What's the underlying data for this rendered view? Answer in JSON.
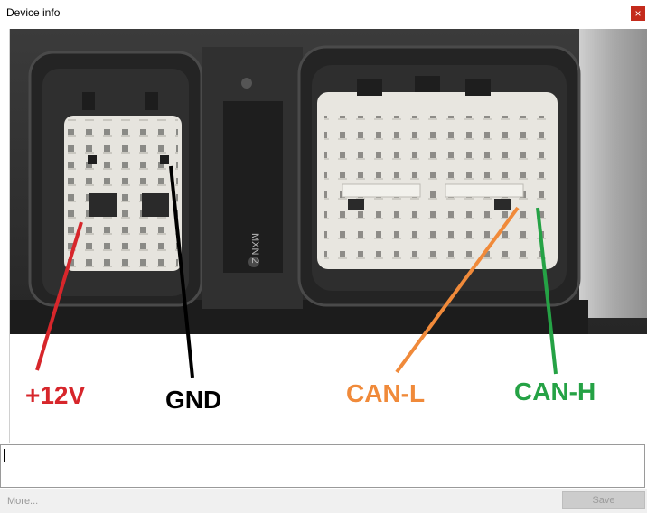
{
  "window": {
    "title": "Device info",
    "close_symbol": "×"
  },
  "pin_labels": {
    "power": "+12V",
    "ground": "GND",
    "can_low": "CAN-L",
    "can_high": "CAN-H"
  },
  "colors": {
    "power": "#d7262b",
    "ground": "#000000",
    "can_low": "#f08a3a",
    "can_high": "#25a245"
  },
  "connector_marking": "MXN 2",
  "footer": {
    "more_label": "More...",
    "save_label": "Save"
  }
}
